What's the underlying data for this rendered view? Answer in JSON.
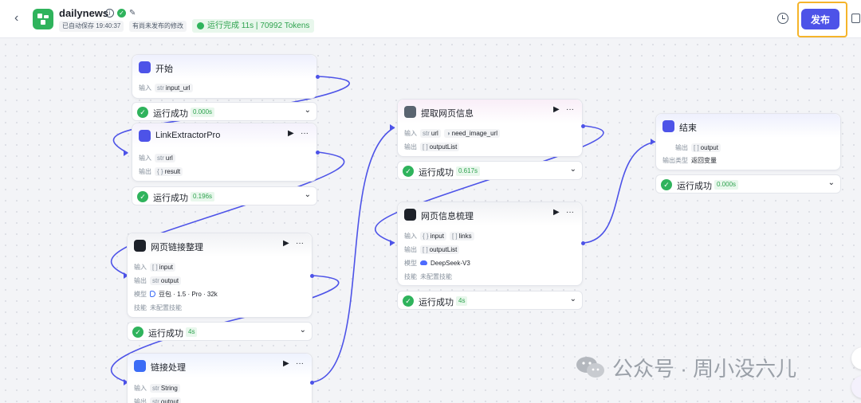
{
  "header": {
    "app_name": "dailynews",
    "autosave": "已自动保存 19:40:37",
    "unpublished": "有尚未发布的修改",
    "run_status": "运行完成 11s | 70992 Tokens",
    "publish_label": "发布",
    "accent_color": "#4d53e8"
  },
  "nodes": {
    "start": {
      "title": "开始",
      "input_label": "输入",
      "input_type": "str",
      "input_name": "input_url",
      "status": "运行成功",
      "time": "0.000s"
    },
    "link_extractor": {
      "title": "LinkExtractorPro",
      "input_label": "输入",
      "input_type": "str",
      "input_name": "url",
      "output_label": "输出",
      "output_type": "{ }",
      "output_name": "result",
      "status": "运行成功",
      "time": "0.196s"
    },
    "link_organize": {
      "title": "网页链接整理",
      "input_label": "输入",
      "input_type": "[ ]",
      "input_name": "input",
      "output_label": "输出",
      "output_type": "str",
      "output_name": "output",
      "model_label": "模型",
      "model_value": "豆包 · 1.5 · Pro · 32k",
      "skill_label": "技能",
      "skill_value": "未配置技能",
      "status": "运行成功",
      "time": "4s"
    },
    "link_process": {
      "title": "链接处理",
      "input_label": "输入",
      "input_type": "str",
      "input_name": "String",
      "output_label": "输出",
      "output_type": "str",
      "output_name": "output"
    },
    "fetch_info": {
      "title": "提取网页信息",
      "input_label": "输入",
      "input_type": "str",
      "input_name": "url",
      "input2_name": "need_image_url",
      "output_label": "输出",
      "output_type": "[ ]",
      "output_name": "outputList",
      "status": "运行成功",
      "time": "0.617s"
    },
    "info_organize": {
      "title": "网页信息梳理",
      "input_label": "输入",
      "input_type": "{ }",
      "input_name": "input",
      "input2_type": "[ ]",
      "input2_name": "links",
      "output_label": "输出",
      "output_type": "[ ]",
      "output_name": "outputList",
      "model_label": "模型",
      "model_value": "DeepSeek-V3",
      "skill_label": "技能",
      "skill_value": "未配置技能",
      "status": "运行成功",
      "time": "4s"
    },
    "end": {
      "title": "结束",
      "output_label": "输出",
      "output_type": "[ ]",
      "output_name": "output",
      "output_kind_label": "输出类型",
      "output_kind_value": "返回变量",
      "status": "运行成功",
      "time": "0.000s"
    }
  },
  "watermark": "公众号 · 周小没六儿"
}
